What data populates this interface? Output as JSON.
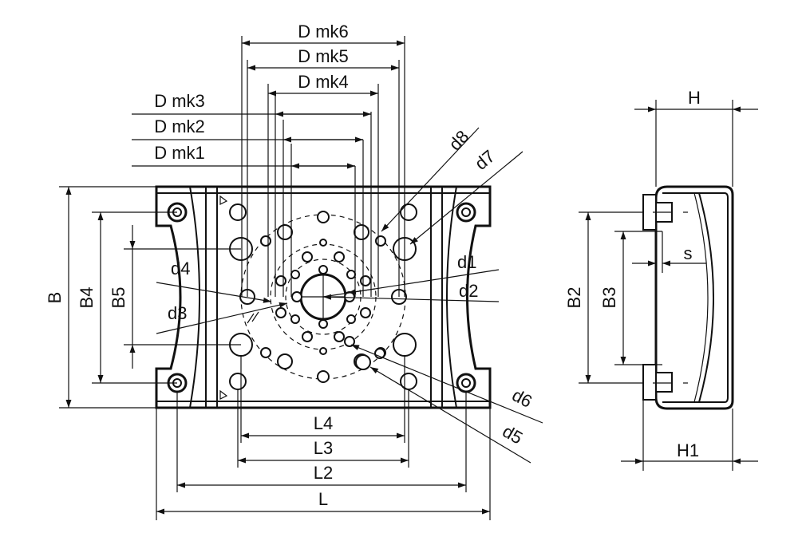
{
  "drawing": {
    "labels": {
      "D_mk6": "D mk6",
      "D_mk5": "D mk5",
      "D_mk4": "D mk4",
      "D_mk3": "D mk3",
      "D_mk2": "D mk2",
      "D_mk1": "D mk1",
      "d8": "d8",
      "d7": "d7",
      "d1": "d1",
      "d2": "d2",
      "d3": "d3",
      "d4": "d4",
      "d5": "d5",
      "d6": "d6",
      "B": "B",
      "B4": "B4",
      "B5": "B5",
      "L4": "L4",
      "L3": "L3",
      "L2": "L2",
      "L": "L",
      "H": "H",
      "H1": "H1",
      "B2": "B2",
      "B3": "B3",
      "s": "s"
    }
  }
}
